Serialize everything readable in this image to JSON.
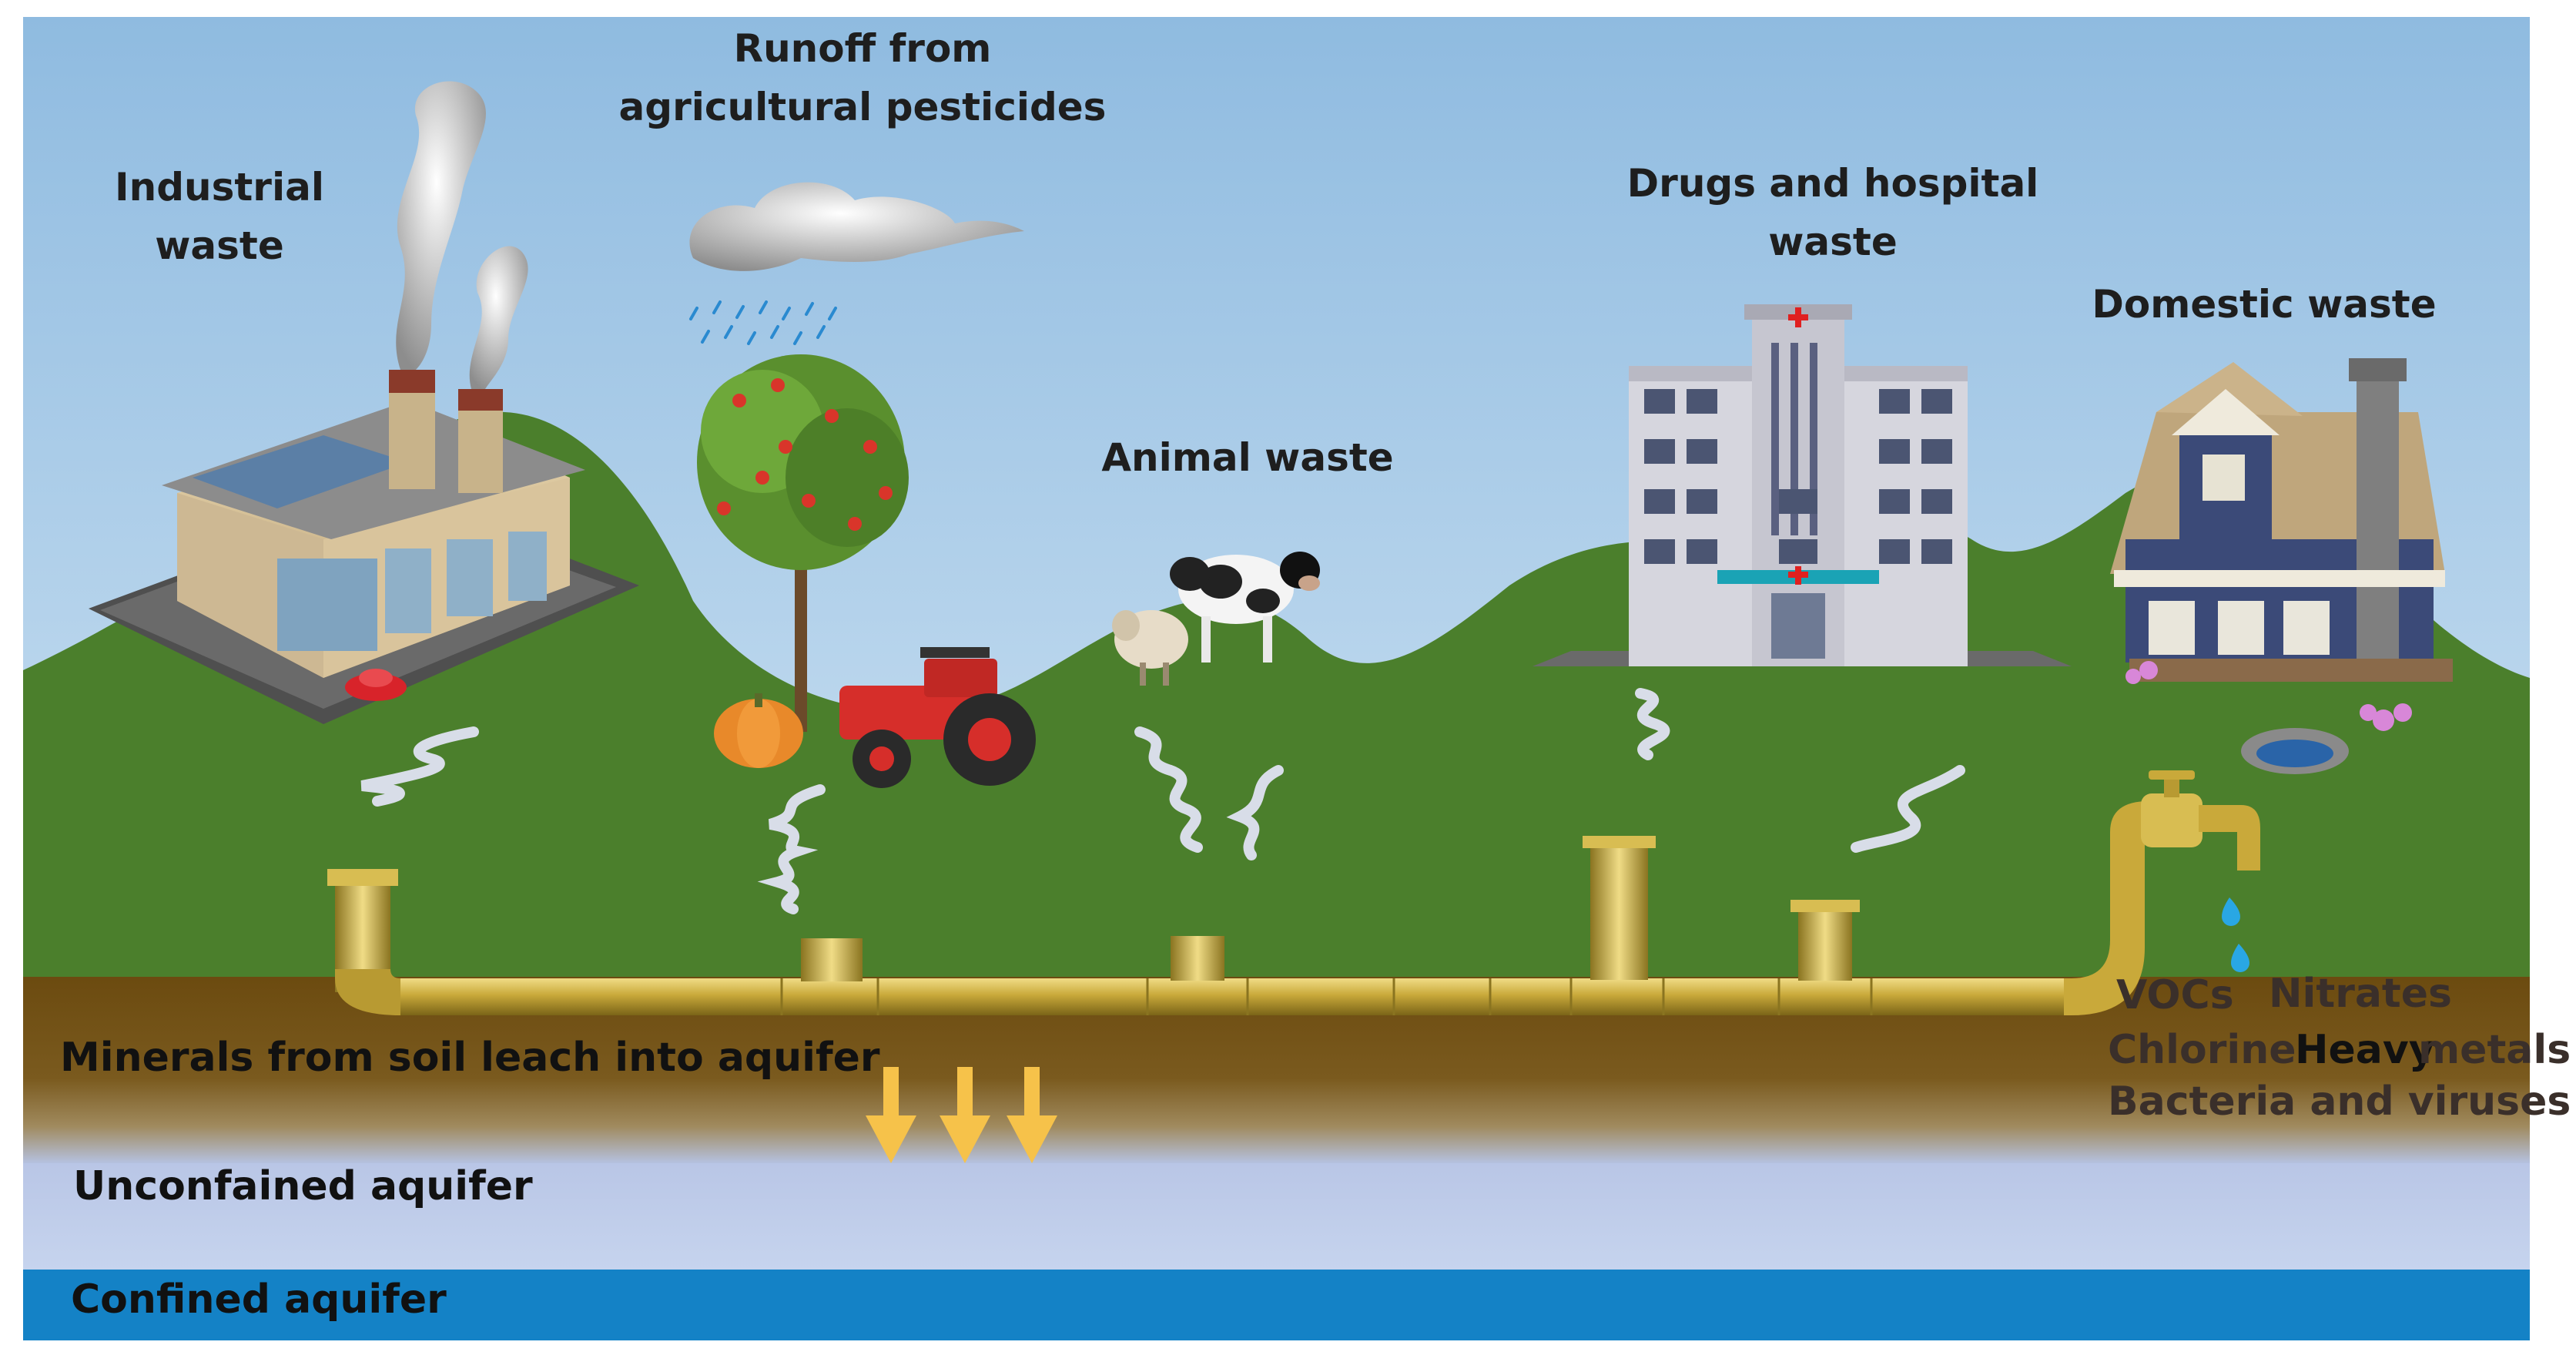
{
  "labels": {
    "industrial": [
      "Industrial",
      "waste"
    ],
    "runoff": [
      "Runoff from",
      "agricultural pesticides"
    ],
    "animal": "Animal waste",
    "drugs": [
      "Drugs and hospital",
      "waste"
    ],
    "domestic": "Domestic waste"
  },
  "strata": {
    "minerals": "Minerals from soil leach into aquifer",
    "unconfined": "Unconfained aquifer",
    "confined": "Confined aquifer"
  },
  "contaminants": {
    "vocs": "VOCs",
    "nitrates": "Nitrates",
    "chlorine": "Chlorine",
    "heavy": "Heavy",
    "metals": "metals",
    "bacteria": "Bacteria and viruses"
  },
  "colors": {
    "sky": "#b4d4ec",
    "grass": "#4b7f2c",
    "soil": "#6e4d10",
    "unconfined": "#b6c4e6",
    "confined": "#1482c6",
    "pipe": "#c9a93a",
    "arrow": "#f6c24a",
    "text": "#1e1e1e"
  }
}
